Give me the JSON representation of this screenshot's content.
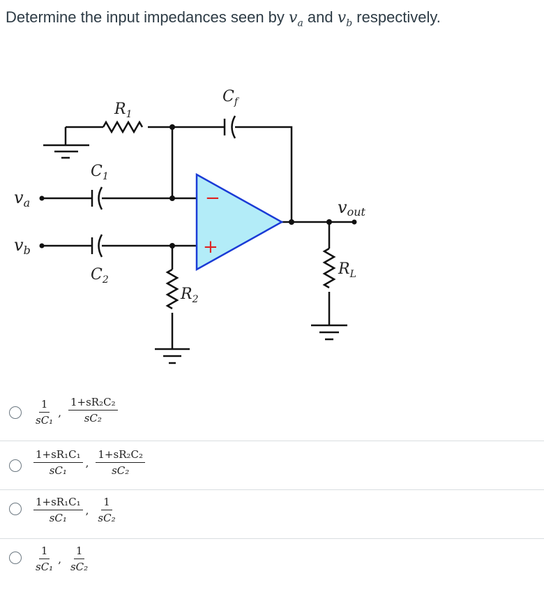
{
  "question": {
    "prefix": "Determine the input impedances seen by ",
    "var_a": "v",
    "var_a_sub": "a",
    "conj": " and ",
    "var_b": "v",
    "var_b_sub": "b",
    "suffix": " respectively."
  },
  "circuit": {
    "labels": {
      "r1": "R",
      "r1_sub": "1",
      "cf": "C",
      "cf_sub": "f",
      "c1": "C",
      "c1_sub": "1",
      "c2": "C",
      "c2_sub": "2",
      "r2": "R",
      "r2_sub": "2",
      "rl": "R",
      "rl_sub": "L",
      "va": "v",
      "va_sub": "a",
      "vb": "v",
      "vb_sub": "b",
      "vout": "v",
      "vout_sub": "out",
      "minus": "−",
      "plus": "+"
    },
    "colors": {
      "opamp_fill": "#b3ecf8",
      "opamp_stroke": "#1a3bd6",
      "wire": "#111111",
      "sign": "#e02020"
    }
  },
  "options": [
    {
      "a_num": "1",
      "a_den": "sC₁",
      "sep": ",",
      "b_num": "1+sR₂C₂",
      "b_den": "sC₂"
    },
    {
      "a_num": "1+sR₁C₁",
      "a_den": "sC₁",
      "sep": ",",
      "b_num": "1+sR₂C₂",
      "b_den": "sC₂"
    },
    {
      "a_num": "1+sR₁C₁",
      "a_den": "sC₁",
      "sep": ",",
      "b_num": "1",
      "b_den": "sC₂"
    },
    {
      "a_num": "1",
      "a_den": "sC₁",
      "sep": ",",
      "b_num": "1",
      "b_den": "sC₂"
    }
  ]
}
